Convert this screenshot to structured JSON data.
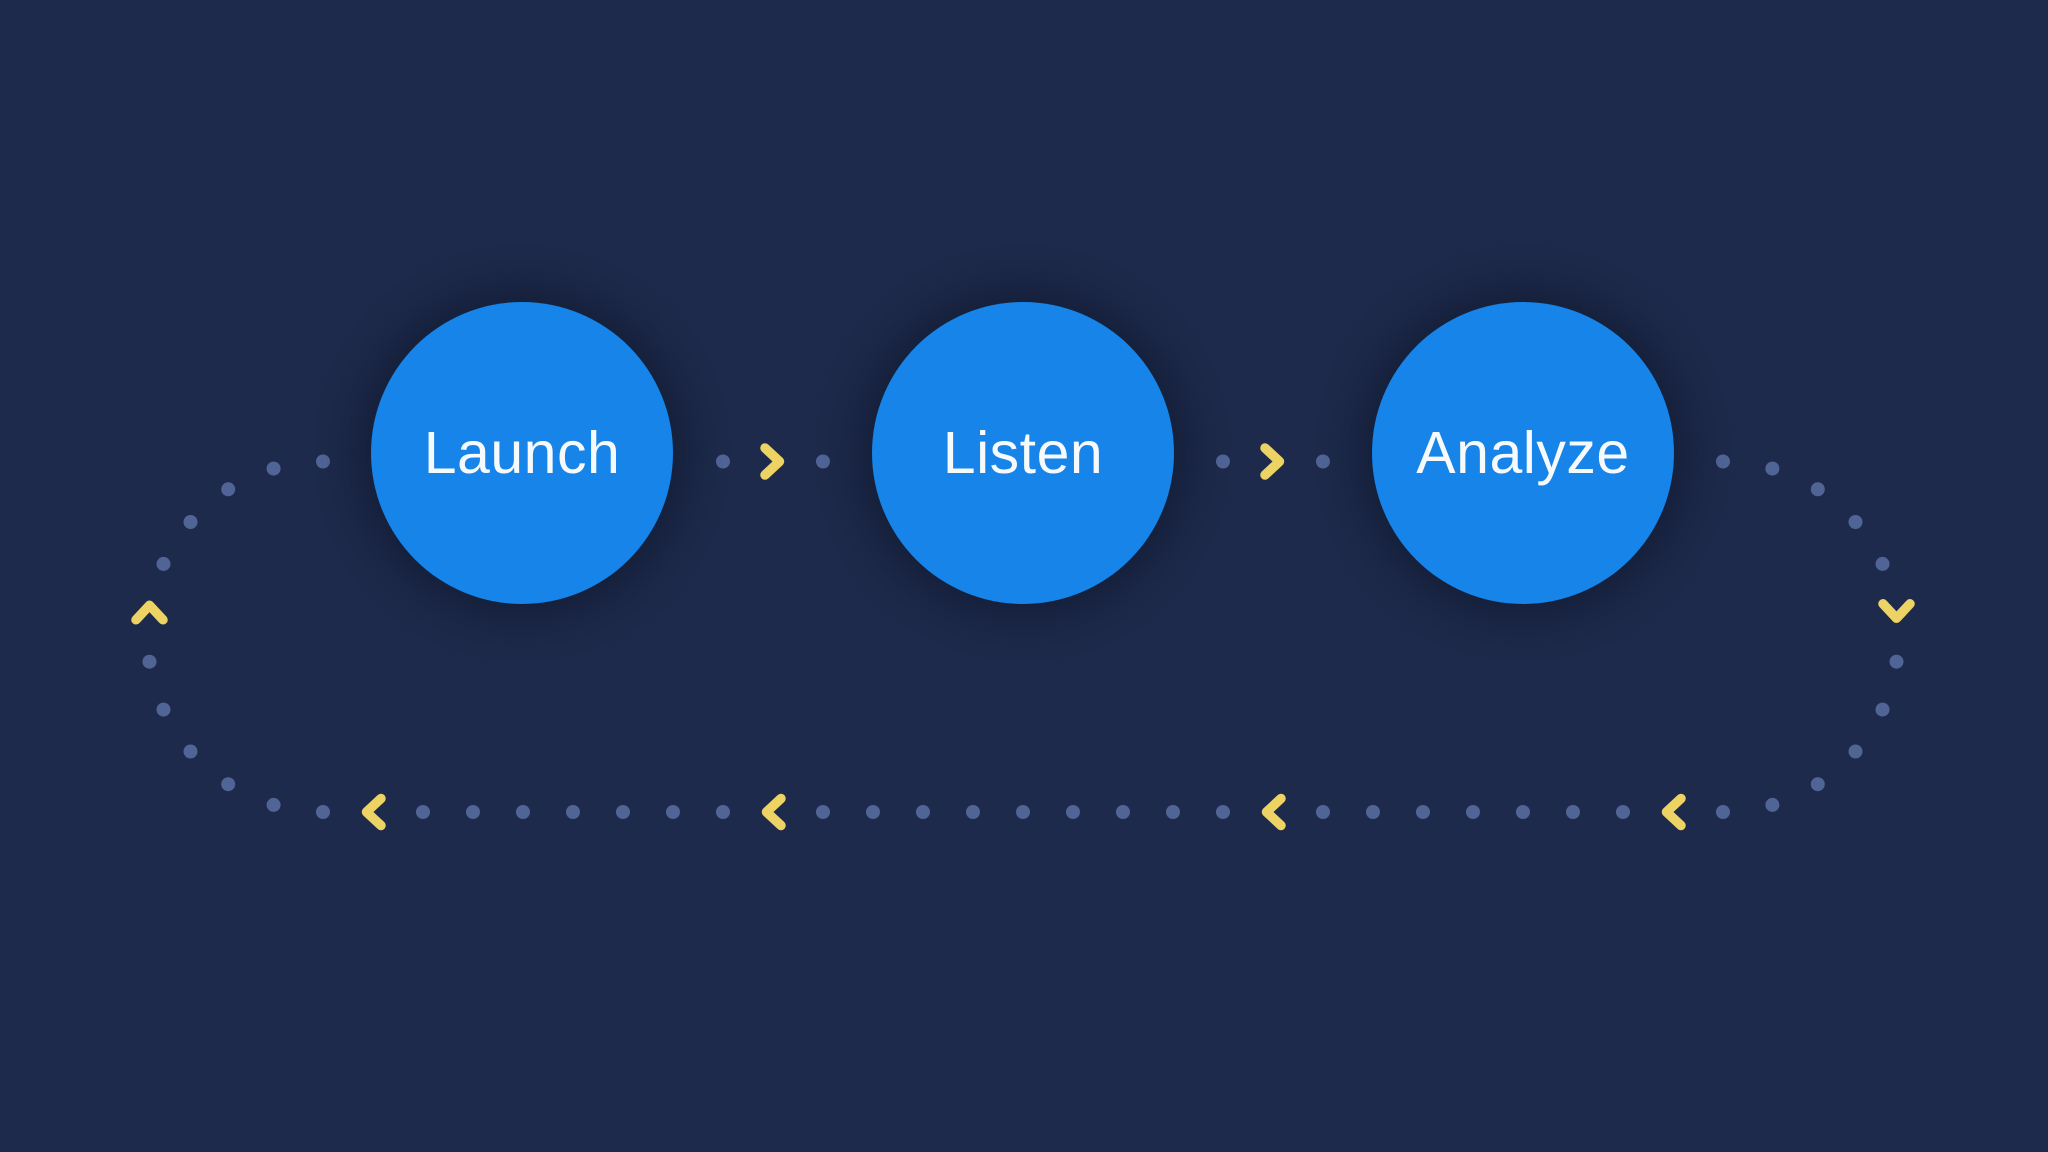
{
  "diagram": {
    "name": "launch-listen-analyze-cycle",
    "nodes": [
      {
        "id": "launch",
        "label": "Launch"
      },
      {
        "id": "listen",
        "label": "Listen"
      },
      {
        "id": "analyze",
        "label": "Analyze"
      }
    ],
    "flow": {
      "sequence": [
        "Launch",
        "Listen",
        "Analyze"
      ],
      "cycle": true,
      "forward_icon": "chevron-right-icon",
      "return_icon": "chevron-left-icon",
      "left_apex_icon": "chevron-up-icon",
      "right_apex_icon": "chevron-down-icon"
    },
    "colors": {
      "background": "#1d2a4b",
      "node_fill": "#1684e8",
      "node_label": "#f6fafd",
      "dot": "#55699d",
      "chevron": "#edd264"
    }
  }
}
